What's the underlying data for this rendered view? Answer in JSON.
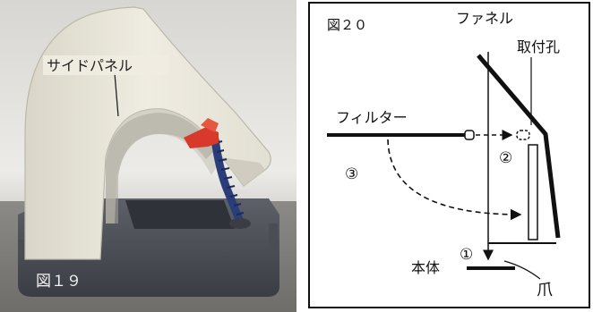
{
  "figure19": {
    "label": "図１９",
    "callout": "サイドパネル"
  },
  "figure20": {
    "label": "図２０",
    "funnel": "ファネル",
    "mounting_hole": "取付孔",
    "filter": "フィルター",
    "main_body": "本体",
    "claw": "爪",
    "step1": "①",
    "step2": "②",
    "step3": "③"
  }
}
